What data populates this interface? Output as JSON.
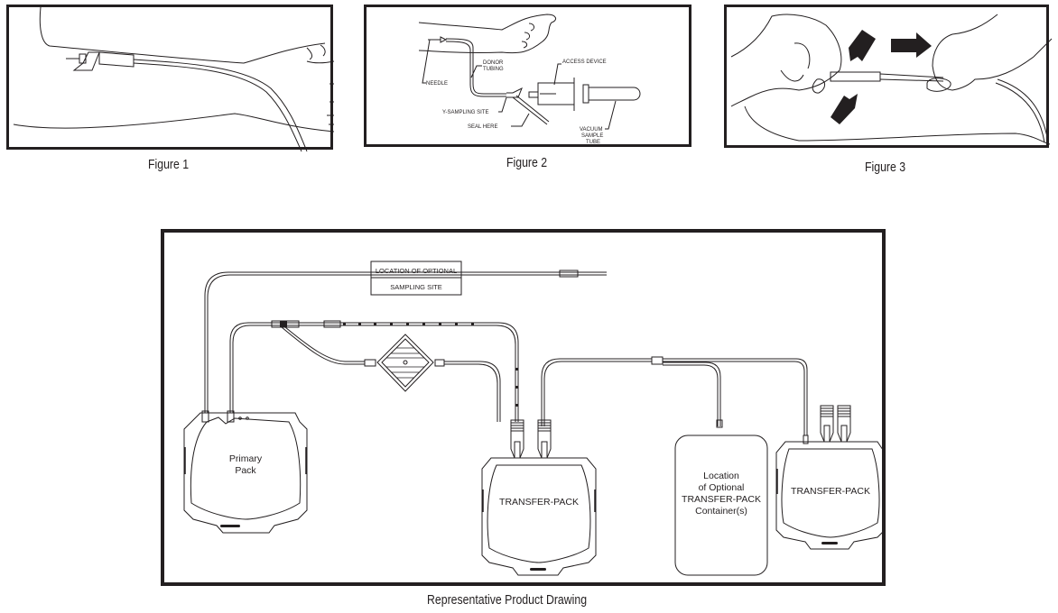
{
  "figures": [
    {
      "id": "figure-1",
      "caption": "Figure 1",
      "description": "Needle taped to donor arm with tubing"
    },
    {
      "id": "figure-2",
      "caption": "Figure 2",
      "callouts": {
        "needle": "NEEDLE",
        "donor_tubing_line1": "DONOR",
        "donor_tubing_line2": "TUBING",
        "access_device": "ACCESS DEVICE",
        "y_sampling_site": "Y-SAMPLING SITE",
        "seal_here": "SEAL HERE",
        "vacuum_sample_tube_line1": "VACUUM",
        "vacuum_sample_tube_line2": "SAMPLE",
        "vacuum_sample_tube_line3": "TUBE"
      }
    },
    {
      "id": "figure-3",
      "caption": "Figure 3",
      "description": "Hands removing needle with guard, arrows indicating squeeze and pull"
    }
  ],
  "product_drawing": {
    "caption": "Representative Product Drawing",
    "sampling_site_label_line1": "LOCATION OF OPTIONAL",
    "sampling_site_label_line2": "SAMPLING SITE",
    "primary_pack_line1": "Primary",
    "primary_pack_line2": "Pack",
    "transfer_pack_1": "TRANSFER-PACK",
    "transfer_pack_2": "TRANSFER-PACK",
    "optional_container_line1": "Location",
    "optional_container_line2": "of Optional",
    "optional_container_line3": "TRANSFER-PACK",
    "optional_container_line4": "Container(s)"
  }
}
